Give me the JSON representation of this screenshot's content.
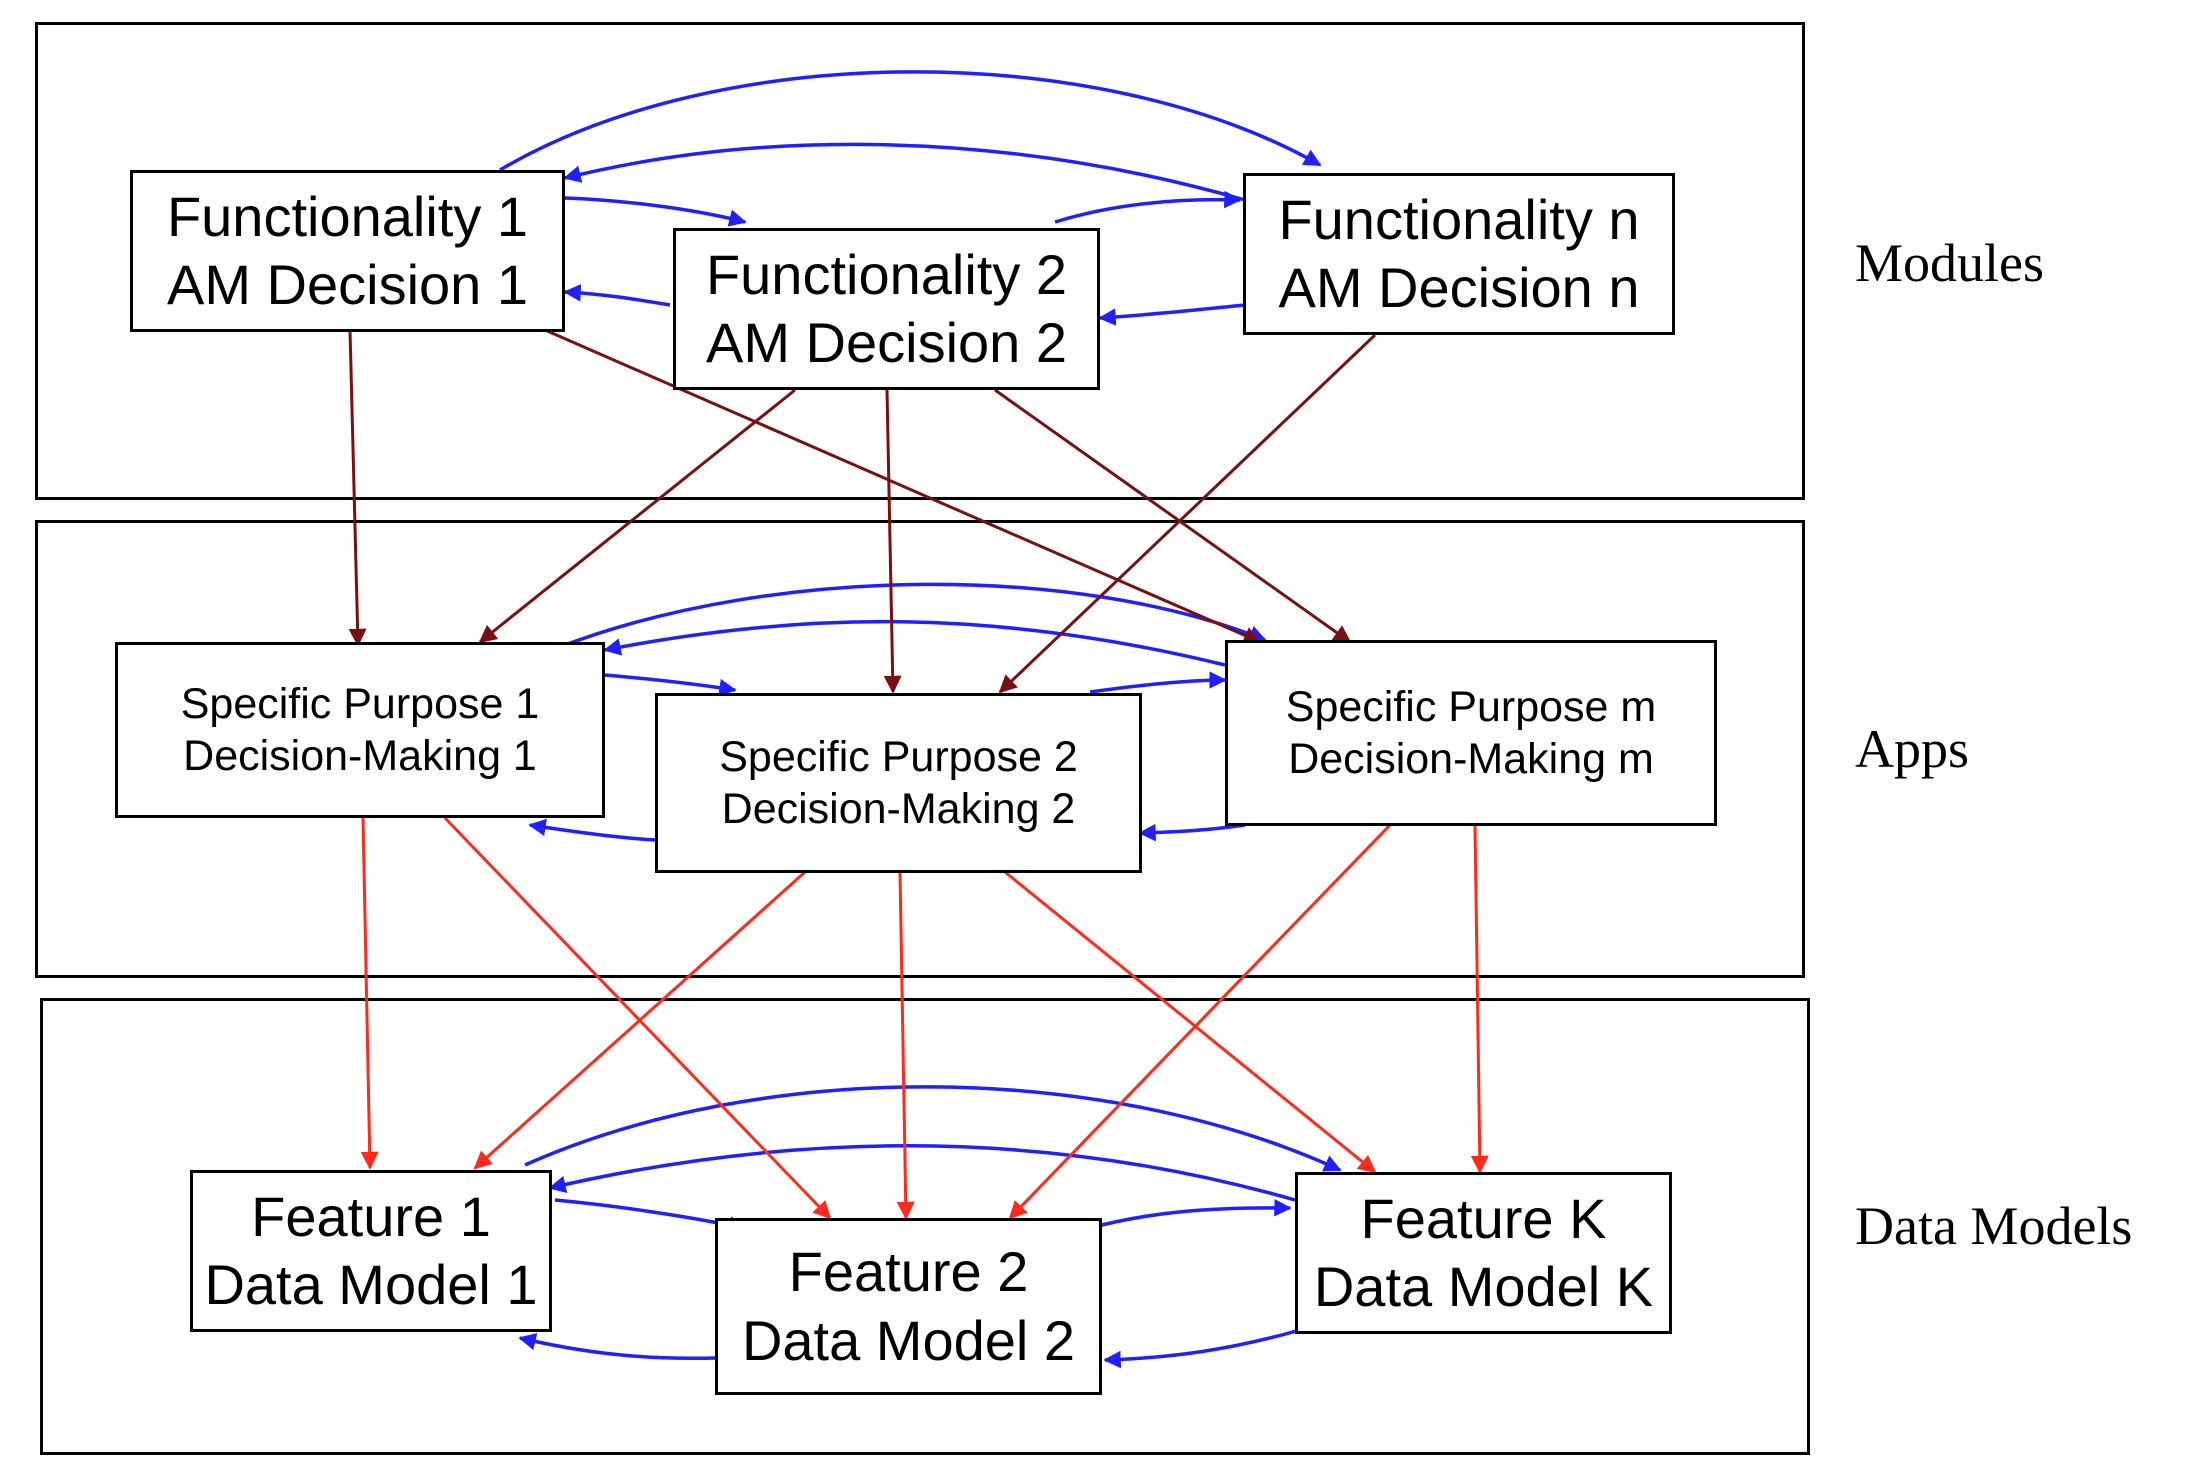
{
  "layers": {
    "modules": "Modules",
    "apps": "Apps",
    "data_models": "Data Models"
  },
  "modules": [
    {
      "line1": "Functionality 1",
      "line2": "AM Decision 1"
    },
    {
      "line1": "Functionality 2",
      "line2": "AM Decision 2"
    },
    {
      "line1": "Functionality n",
      "line2": "AM Decision n"
    }
  ],
  "apps": [
    {
      "line1": "Specific Purpose 1",
      "line2": "Decision-Making 1"
    },
    {
      "line1": "Specific Purpose 2",
      "line2": "Decision-Making 2"
    },
    {
      "line1": "Specific Purpose m",
      "line2": "Decision-Making m"
    }
  ],
  "data_models": [
    {
      "line1": "Feature 1",
      "line2": "Data Model 1"
    },
    {
      "line1": "Feature 2",
      "line2": "Data Model 2"
    },
    {
      "line1": "Feature K",
      "line2": "Data Model K"
    }
  ],
  "colors": {
    "intra_layer_edge": "#1f1fff",
    "module_to_app_edge": "#7b0f0f",
    "app_to_data_model_edge": "#ff2a1a"
  }
}
